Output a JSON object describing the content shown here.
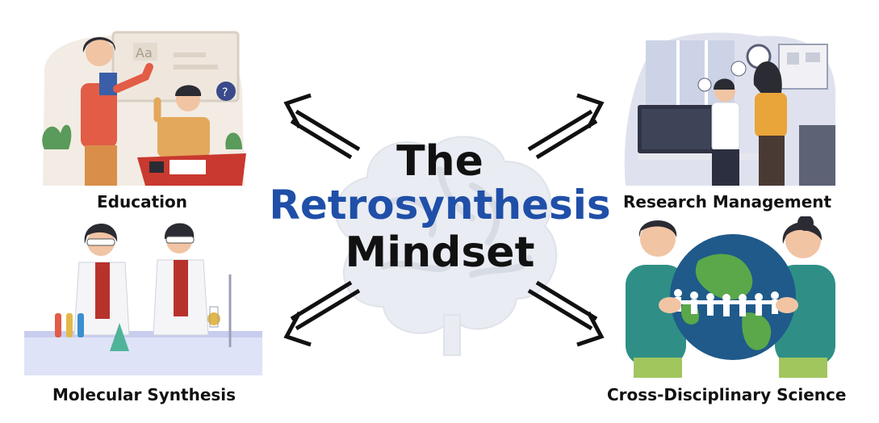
{
  "title": {
    "line1": "The",
    "line2": "Retrosynthesis",
    "line3": "Mindset"
  },
  "quadrants": {
    "top_left": "Education",
    "top_right": "Research Management",
    "bottom_left": "Molecular Synthesis",
    "bottom_right": "Cross-Disciplinary Science"
  },
  "illustrations": {
    "education_board_text": "Aa",
    "question_mark": "?"
  },
  "colors": {
    "title_dark": "#111111",
    "title_accent": "#1f4fa8",
    "brain_watermark": "#e9ecf2",
    "label_text": "#111111"
  }
}
